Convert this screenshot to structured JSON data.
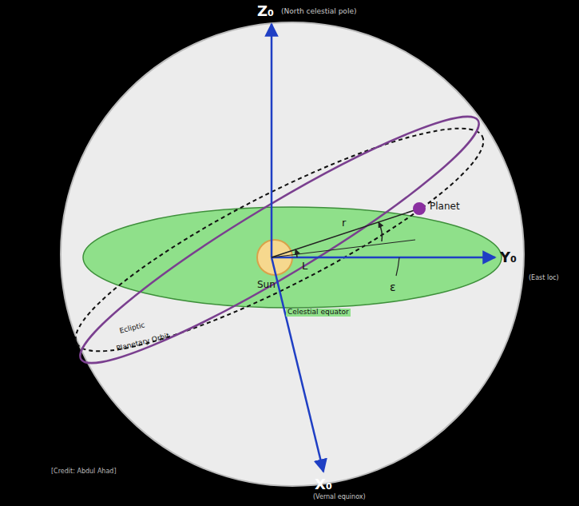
{
  "diagram": {
    "labels": [
      "Z₀",
      "(North celestial pole)",
      "Planet",
      "r",
      "Sun",
      "L",
      "ε",
      "Y₀",
      "(East loc)",
      "Celestial equator",
      "Ecliptic",
      "Planetary Orbit",
      "[Credit: Abdul Ahad]",
      "X₀",
      "(Vernal equinox)"
    ]
  }
}
